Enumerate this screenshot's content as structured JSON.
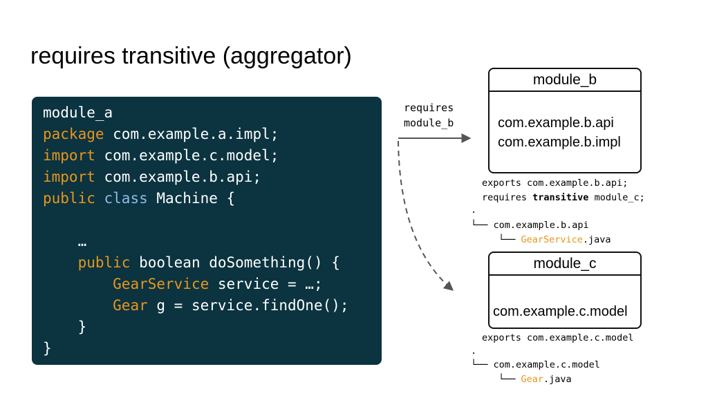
{
  "title": "requires transitive (aggregator)",
  "colors": {
    "code_background": "#0b3340",
    "keyword": "#e8961e",
    "class_keyword": "#8fbce6",
    "arrow": "#555555"
  },
  "code": {
    "line1": "module_a",
    "line2_kw": "package",
    "line2_rest": " com.example.a.impl;",
    "line3_kw": "import",
    "line3_rest": " com.example.c.model;",
    "line4_kw": "import",
    "line4_rest": " com.example.b.api;",
    "line5_kw": "public",
    "line5_kw2": "class",
    "line5_rest": " Machine {",
    "line6": "    …",
    "line7_kw": "public",
    "line7_rest": " boolean doSomething() {",
    "line8_type": "GearService",
    "line8_rest": " service = …;",
    "line9_type": "Gear",
    "line9_rest": " g = service.findOne();",
    "line10": "    }",
    "line11": "}"
  },
  "arrow_label": {
    "line1": "requires",
    "line2": "module_b"
  },
  "module_b": {
    "name": "module_b",
    "packages": [
      "com.example.b.api",
      "com.example.b.impl"
    ],
    "exports_line": "exports com.example.b.api;",
    "requires_prefix": "requires ",
    "requires_bold": "transitive",
    "requires_suffix": " module_c;",
    "tree_root": ".",
    "tree_pkg": "└── com.example.b.api",
    "tree_file_prefix": "└── ",
    "tree_file_name": "GearService",
    "tree_file_ext": ".java"
  },
  "module_c": {
    "name": "module_c",
    "packages": [
      "com.example.c.model"
    ],
    "exports_line": "exports com.example.c.model",
    "tree_root": ".",
    "tree_pkg": "└── com.example.c.model",
    "tree_file_prefix": "└── ",
    "tree_file_name": "Gear",
    "tree_file_ext": ".java"
  }
}
